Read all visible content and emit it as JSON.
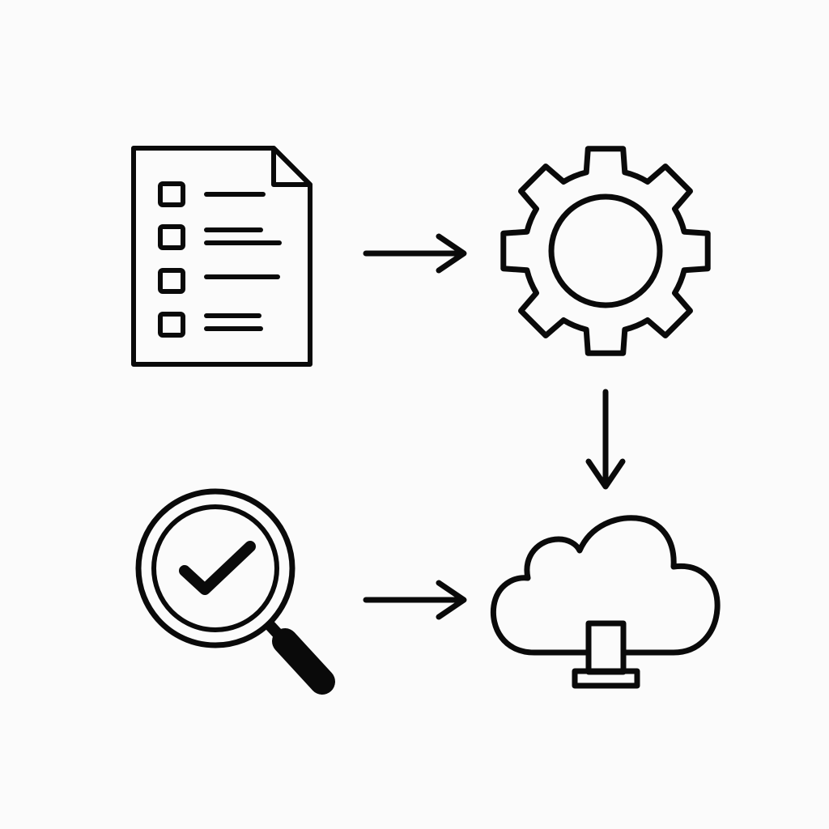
{
  "diagram": {
    "background": "#fbfbfb",
    "stroke_color": "#0a0a0a",
    "nodes": [
      {
        "id": "checklist",
        "icon": "checklist-document-icon"
      },
      {
        "id": "process",
        "icon": "gear-icon"
      },
      {
        "id": "cloud",
        "icon": "cloud-deploy-icon"
      },
      {
        "id": "review",
        "icon": "magnifier-check-icon"
      }
    ],
    "edges": [
      {
        "from": "checklist",
        "to": "process",
        "direction": "right"
      },
      {
        "from": "process",
        "to": "cloud",
        "direction": "down"
      },
      {
        "from": "review",
        "to": "cloud",
        "direction": "right"
      }
    ]
  }
}
